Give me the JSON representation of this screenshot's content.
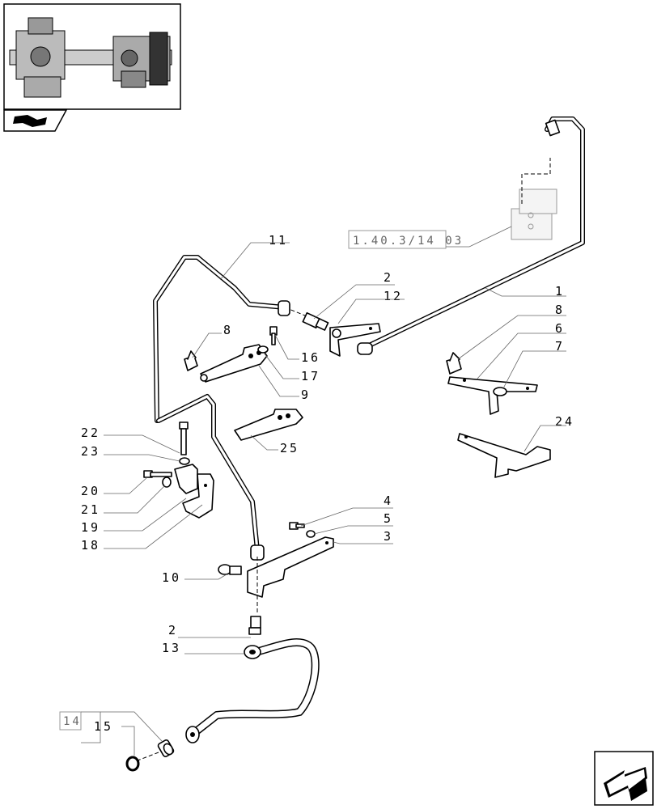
{
  "reference_box": {
    "label": "1.40.3/14 03"
  },
  "group_box": {
    "label": "14"
  },
  "callouts": [
    {
      "id": "c1",
      "text": "1"
    },
    {
      "id": "c2a",
      "text": "2"
    },
    {
      "id": "c2b",
      "text": "2"
    },
    {
      "id": "c3",
      "text": "3"
    },
    {
      "id": "c4",
      "text": "4"
    },
    {
      "id": "c5",
      "text": "5"
    },
    {
      "id": "c6",
      "text": "6"
    },
    {
      "id": "c7",
      "text": "7"
    },
    {
      "id": "c8a",
      "text": "8"
    },
    {
      "id": "c8b",
      "text": "8"
    },
    {
      "id": "c9",
      "text": "9"
    },
    {
      "id": "c10",
      "text": "10"
    },
    {
      "id": "c11",
      "text": "11"
    },
    {
      "id": "c12",
      "text": "12"
    },
    {
      "id": "c13",
      "text": "13"
    },
    {
      "id": "c15",
      "text": "15"
    },
    {
      "id": "c16",
      "text": "16"
    },
    {
      "id": "c17",
      "text": "17"
    },
    {
      "id": "c18",
      "text": "18"
    },
    {
      "id": "c19",
      "text": "19"
    },
    {
      "id": "c20",
      "text": "20"
    },
    {
      "id": "c21",
      "text": "21"
    },
    {
      "id": "c22",
      "text": "22"
    },
    {
      "id": "c23",
      "text": "23"
    },
    {
      "id": "c24",
      "text": "24"
    },
    {
      "id": "c25",
      "text": "25"
    }
  ],
  "icons": {
    "thumbnail": "axle-assembly-thumbnail-icon",
    "book": "catalog-book-icon",
    "nav": "navigate-arrow-icon"
  }
}
